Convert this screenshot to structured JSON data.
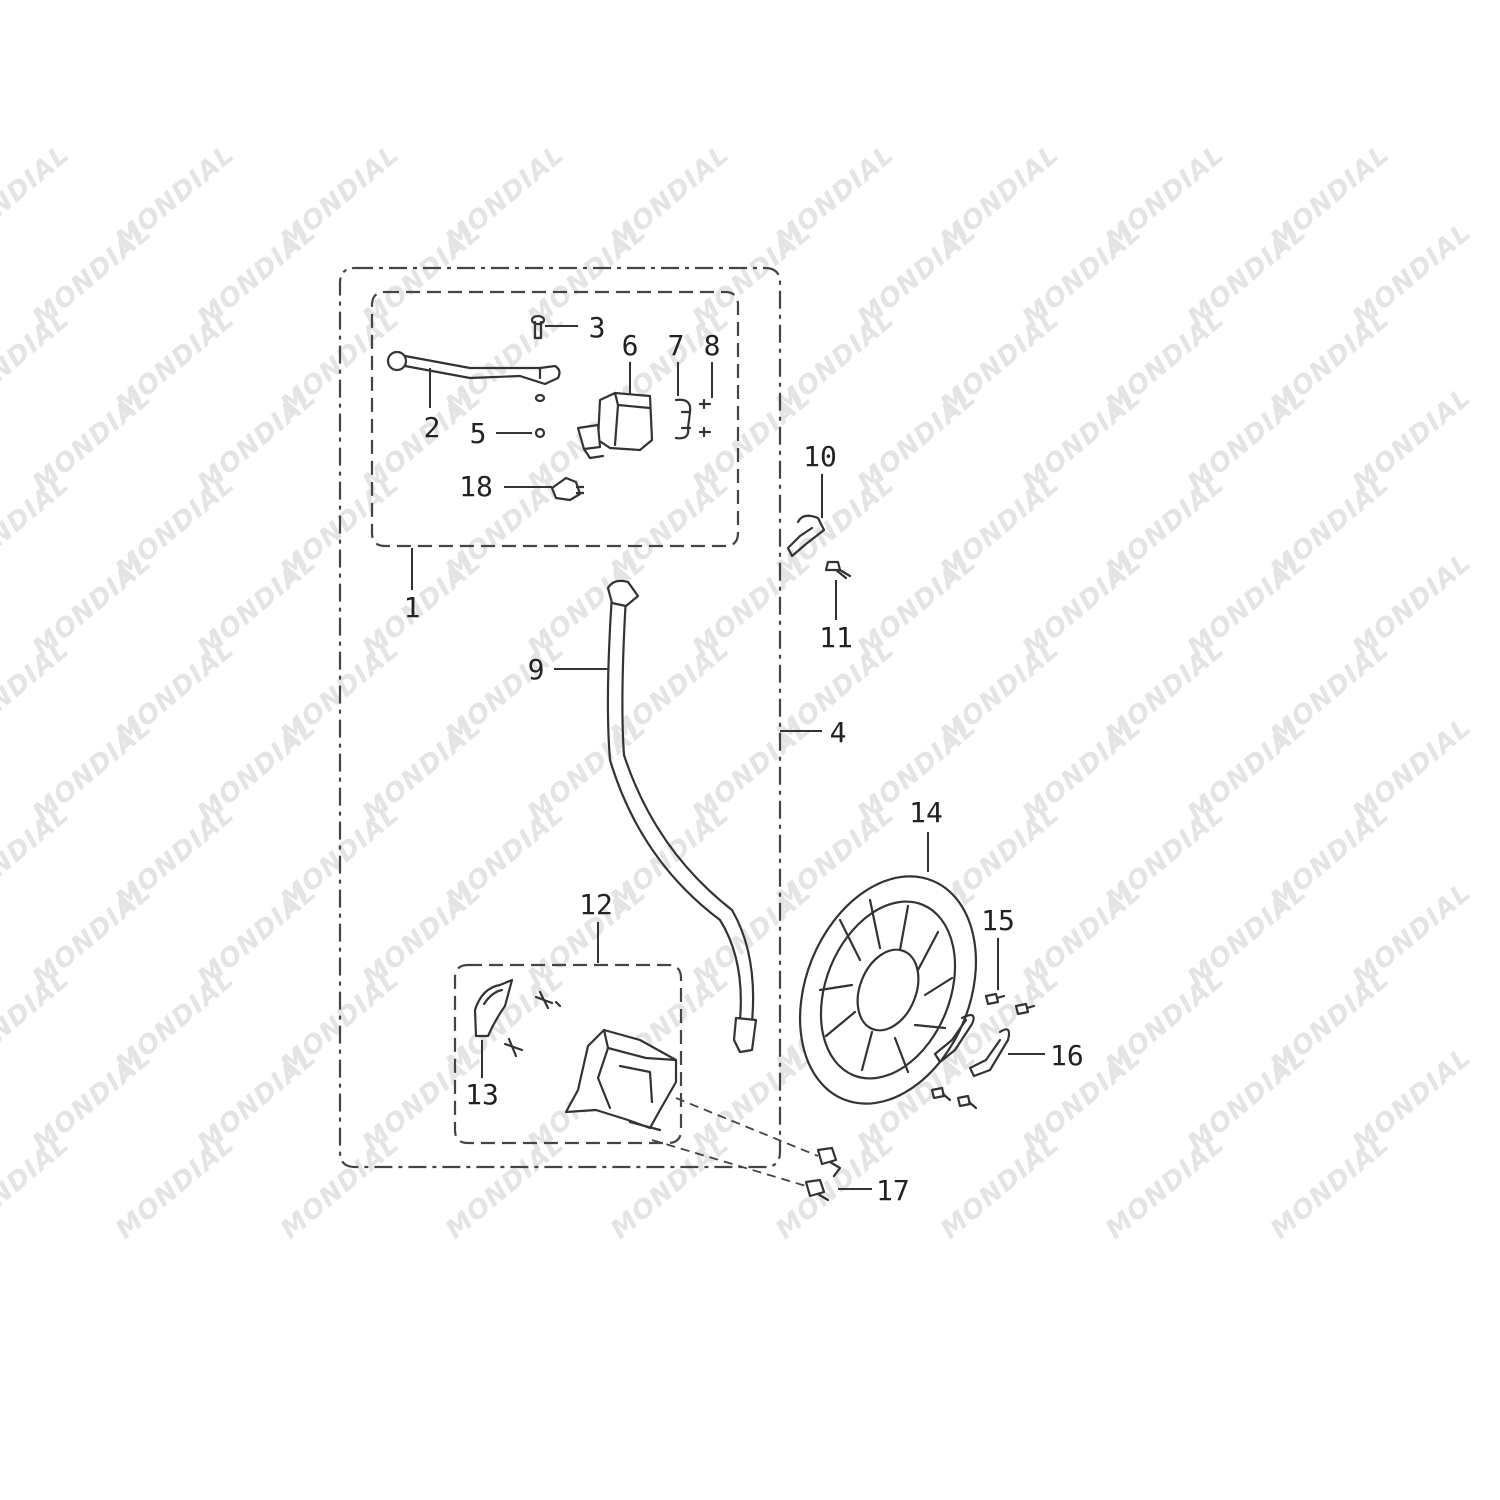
{
  "watermark": {
    "text": "MONDIAL",
    "color": "#e4e4e4"
  },
  "callouts": [
    {
      "id": "1",
      "label": "1"
    },
    {
      "id": "2",
      "label": "2"
    },
    {
      "id": "3",
      "label": "3"
    },
    {
      "id": "4",
      "label": "4"
    },
    {
      "id": "5",
      "label": "5"
    },
    {
      "id": "6",
      "label": "6"
    },
    {
      "id": "7",
      "label": "7"
    },
    {
      "id": "8",
      "label": "8"
    },
    {
      "id": "9",
      "label": "9"
    },
    {
      "id": "10",
      "label": "10"
    },
    {
      "id": "11",
      "label": "11"
    },
    {
      "id": "12",
      "label": "12"
    },
    {
      "id": "13",
      "label": "13"
    },
    {
      "id": "14",
      "label": "14"
    },
    {
      "id": "15",
      "label": "15"
    },
    {
      "id": "16",
      "label": "16"
    },
    {
      "id": "17",
      "label": "17"
    },
    {
      "id": "18",
      "label": "18"
    }
  ]
}
